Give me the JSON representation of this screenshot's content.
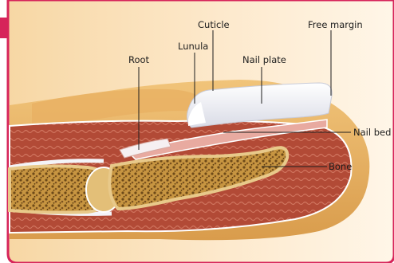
{
  "labels": {
    "cuticle": "Cuticle",
    "free_margin": "Free margin",
    "lunula": "Lunula",
    "root": "Root",
    "nail_plate": "Nail plate",
    "nail_bed": "Nail bed",
    "bone": "Bone"
  },
  "colors": {
    "frame_accent": "#d6245a",
    "background": "#fde7c5",
    "skin": "#e9b86a",
    "flesh": "#a8402e",
    "flesh_light": "#c66a55",
    "bone": "#c89a4a",
    "bone_light": "#e8c98a",
    "nail": "#f4f4f8",
    "outline": "#ffffff"
  }
}
